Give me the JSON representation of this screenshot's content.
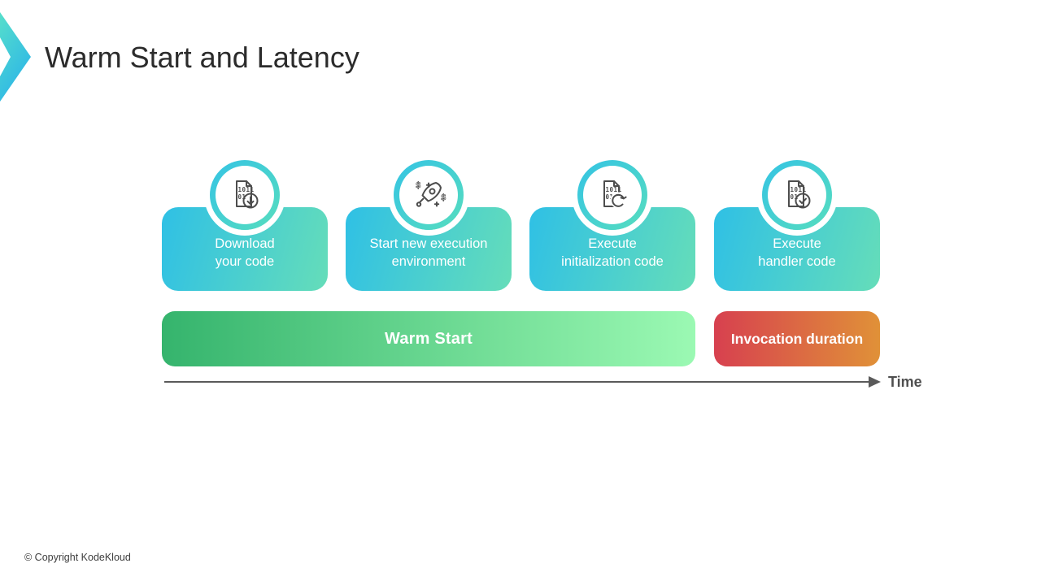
{
  "slide": {
    "title": "Warm Start and Latency",
    "footer": "© Copyright KodeKloud",
    "logo": "kodekloud-chevron"
  },
  "steps": [
    {
      "line1": "Download",
      "line2": "your code",
      "icon": "code-download-icon"
    },
    {
      "line1": "Start new execution",
      "line2": "environment",
      "icon": "rocket-dollar-icon"
    },
    {
      "line1": "Execute",
      "line2": "initialization code",
      "icon": "code-refresh-icon"
    },
    {
      "line1": "Execute",
      "line2": "handler code",
      "icon": "code-check-icon"
    }
  ],
  "timeline": {
    "warm_start_label": "Warm Start",
    "invocation_label": "Invocation duration",
    "axis_label": "Time"
  },
  "colors": {
    "card_gradient_start": "#2fc0e5",
    "card_gradient_end": "#65ddb9",
    "ring_gradient_start": "#38c6e0",
    "ring_gradient_end": "#55dcc0",
    "warm_start_gradient_start": "#35b46d",
    "warm_start_gradient_end": "#9bf9b3",
    "invocation_gradient_start": "#d7404f",
    "invocation_gradient_end": "#e09138",
    "logo_gradient_start": "#56dfcb",
    "logo_gradient_end": "#2db6e7",
    "title_text": "#2b2b2b",
    "axis_gray": "#5a5a5a",
    "icon_stroke": "#4d4d4d"
  }
}
